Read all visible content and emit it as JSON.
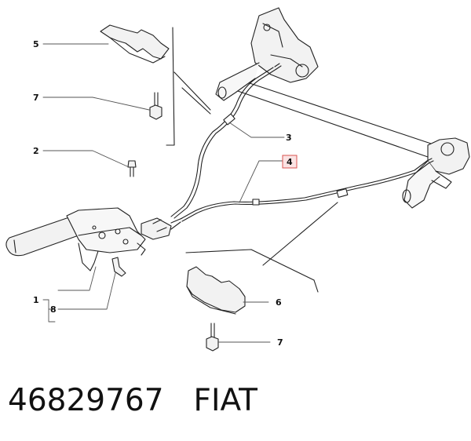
{
  "callouts": {
    "c1": "1",
    "c2": "2",
    "c3": "3",
    "c4": "4",
    "c5": "5",
    "c6": "6",
    "c7a": "7",
    "c7b": "7",
    "c8": "8"
  },
  "caption": {
    "part_number": "46829767",
    "brand": "FIAT"
  },
  "colors": {
    "line": "#222222",
    "highlight_box": "#d9534f",
    "highlight_fill": "#fbe3e3",
    "part_fill": "#f2f2f2"
  }
}
